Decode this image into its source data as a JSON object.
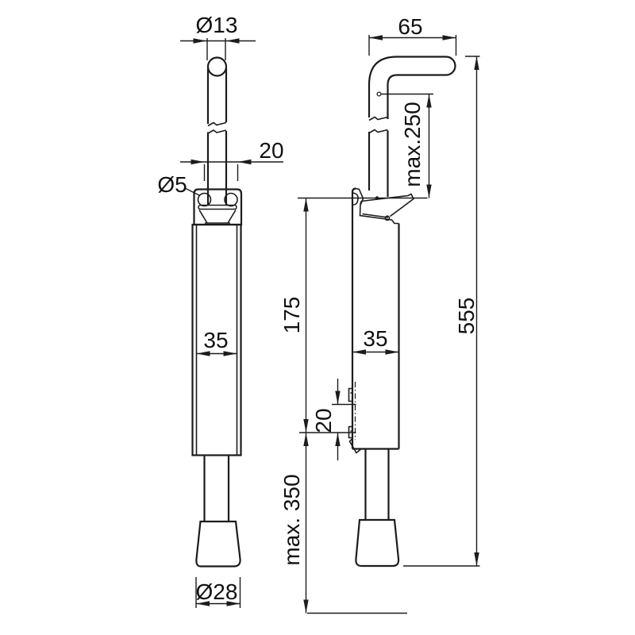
{
  "colors": {
    "line": "#1c1c1c",
    "text": "#111111",
    "background": "#ffffff"
  },
  "front_view": {
    "labels": {
      "knob_diameter": "Ø13",
      "pin_spacing": "20",
      "pin_diameter": "Ø5",
      "body_width": "35",
      "foot_diameter": "Ø28"
    }
  },
  "side_view": {
    "labels": {
      "handle_length": "65",
      "max_release_height": "max.250",
      "housing_length": "175",
      "slot_spacing": "20",
      "body_depth": "35",
      "max_drop": "max. 350",
      "total_height": "555"
    }
  }
}
